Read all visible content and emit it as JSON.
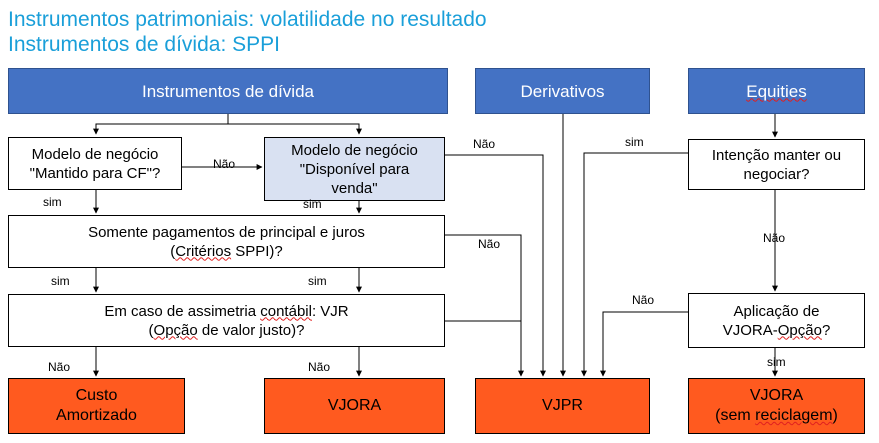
{
  "title": {
    "line1": "Instrumentos patrimoniais: volatilidade no resultado",
    "line2": "Instrumentos de dívida: SPPI"
  },
  "headers": {
    "debt": "Instrumentos de dívida",
    "derivatives": "Derivativos",
    "equities": "Equities"
  },
  "boxes": {
    "hold_cf": "Modelo de negócio\n\"Mantido para CF\"?",
    "available_for_sale": "Modelo de negócio\n\"Disponível para\nvenda\"",
    "sppi_pre": "Somente pagamentos de principal e juros\n(",
    "sppi_word": "Critérios",
    "sppi_post": " SPPI)?",
    "asym_pre": "Em caso de assimetria ",
    "asym_word": "contábil",
    "asym_mid": ": VJR\n(",
    "asym_word2": "Opção",
    "asym_post": " de valor justo)?",
    "intent": "Intenção manter ou\nnegociar?",
    "vjora_option_pre": "Aplicação de\nVJORA-",
    "vjora_option_word": "Opção",
    "vjora_option_post": "?"
  },
  "outcomes": {
    "amortized_cost": "Custo\nAmortizado",
    "vjora": "VJORA",
    "vjpr": "VJPR",
    "vjora_no_recycling_line1": "VJORA",
    "vjora_no_recycling_pre": "(sem ",
    "vjora_no_recycling_word": "reciclagem",
    "vjora_no_recycling_post": ")"
  },
  "labels": {
    "nao_hold_to_afs": "Não",
    "sim_hold_to_sppi": "sim",
    "sim_afs_to_sppi": "sim",
    "nao_afs_to_vjpr": "Não",
    "nao_sppi_to_vjpr": "Não",
    "sim_sppi_left": "sim",
    "sim_sppi_right": "sim",
    "nao_asym_left": "Não",
    "nao_asym_right": "Não",
    "sim_intent_to_vjpr": "sim",
    "nao_intent_down": "Não",
    "nao_option_to_vjpr": "Não",
    "sim_option_down": "sim"
  },
  "colors": {
    "title": "#1a9fd9",
    "header_fill": "#4472c4",
    "highlight_fill": "#d9e1f2",
    "outcome_fill": "#ff5a1f",
    "connector": "#000000"
  }
}
